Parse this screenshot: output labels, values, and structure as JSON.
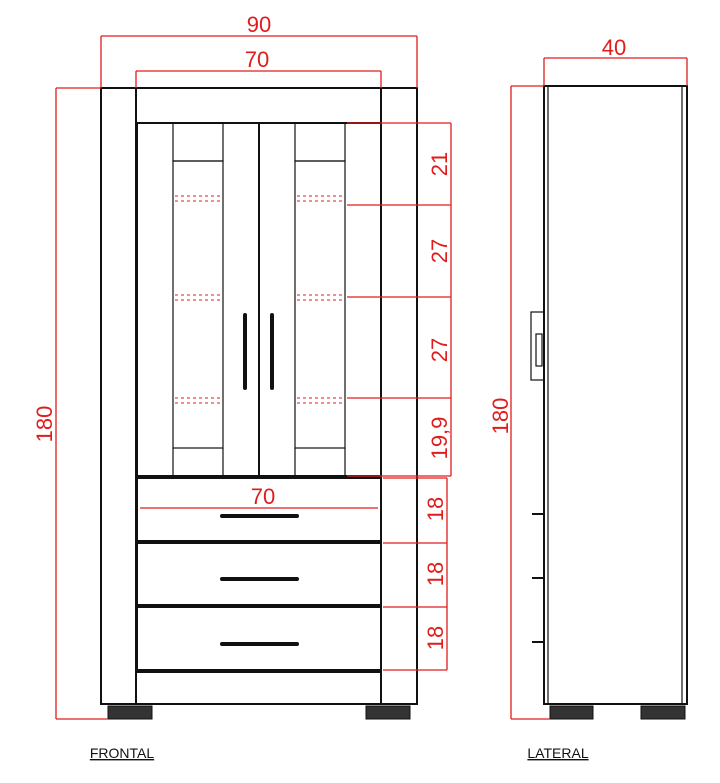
{
  "colors": {
    "dimension": "#e01c1c",
    "outline": "#111111",
    "background": "#ffffff"
  },
  "frontal": {
    "caption": "FRONTAL",
    "width_outer": "90",
    "width_inner": "70",
    "height": "180",
    "drawer_width": "70",
    "shelf_heights": [
      "21",
      "27",
      "27",
      "19,9"
    ],
    "drawer_heights": [
      "18",
      "18",
      "18"
    ]
  },
  "lateral": {
    "caption": "LATERAL",
    "depth": "40",
    "height": "180"
  }
}
